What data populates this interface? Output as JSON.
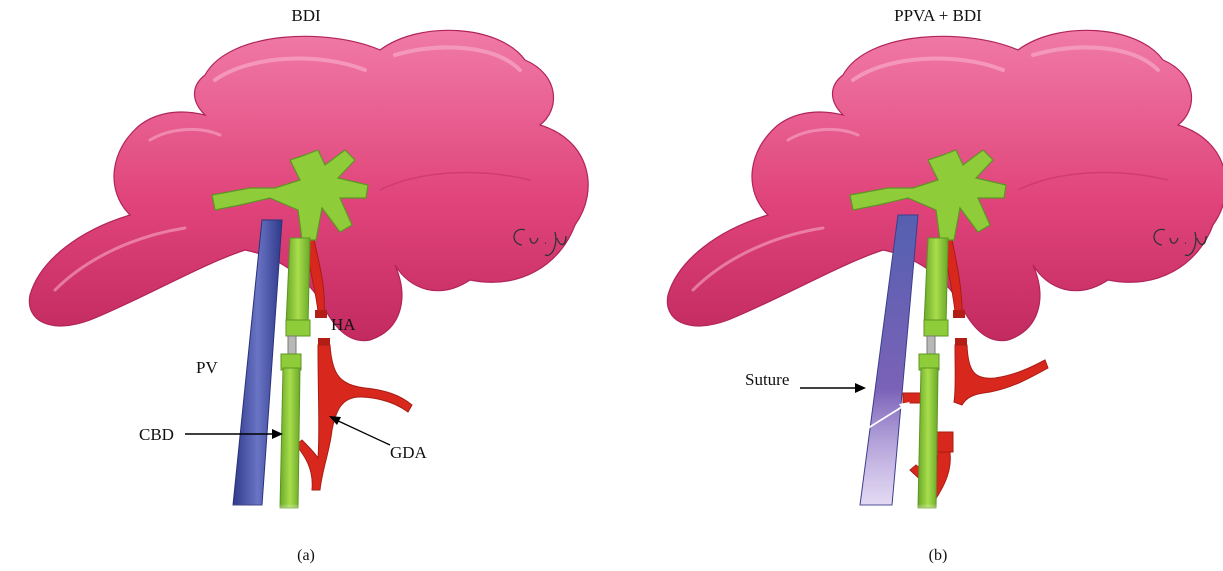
{
  "panels": [
    {
      "title": "BDI",
      "caption": "(a)",
      "labels": {
        "pv": "PV",
        "ha": "HA",
        "cbd": "CBD",
        "gda": "GDA"
      }
    },
    {
      "title": "PPVA + BDI",
      "caption": "(b)",
      "labels": {
        "suture": "Suture"
      }
    }
  ],
  "signature": "Cu. Jy",
  "colors": {
    "liver": "#e0447a",
    "liver_highlight": "#f08ab0",
    "portal_vein": "#4a55a8",
    "bile_duct": "#8fcc3a",
    "artery": "#d8281e",
    "stent": "#b8b8b8"
  }
}
